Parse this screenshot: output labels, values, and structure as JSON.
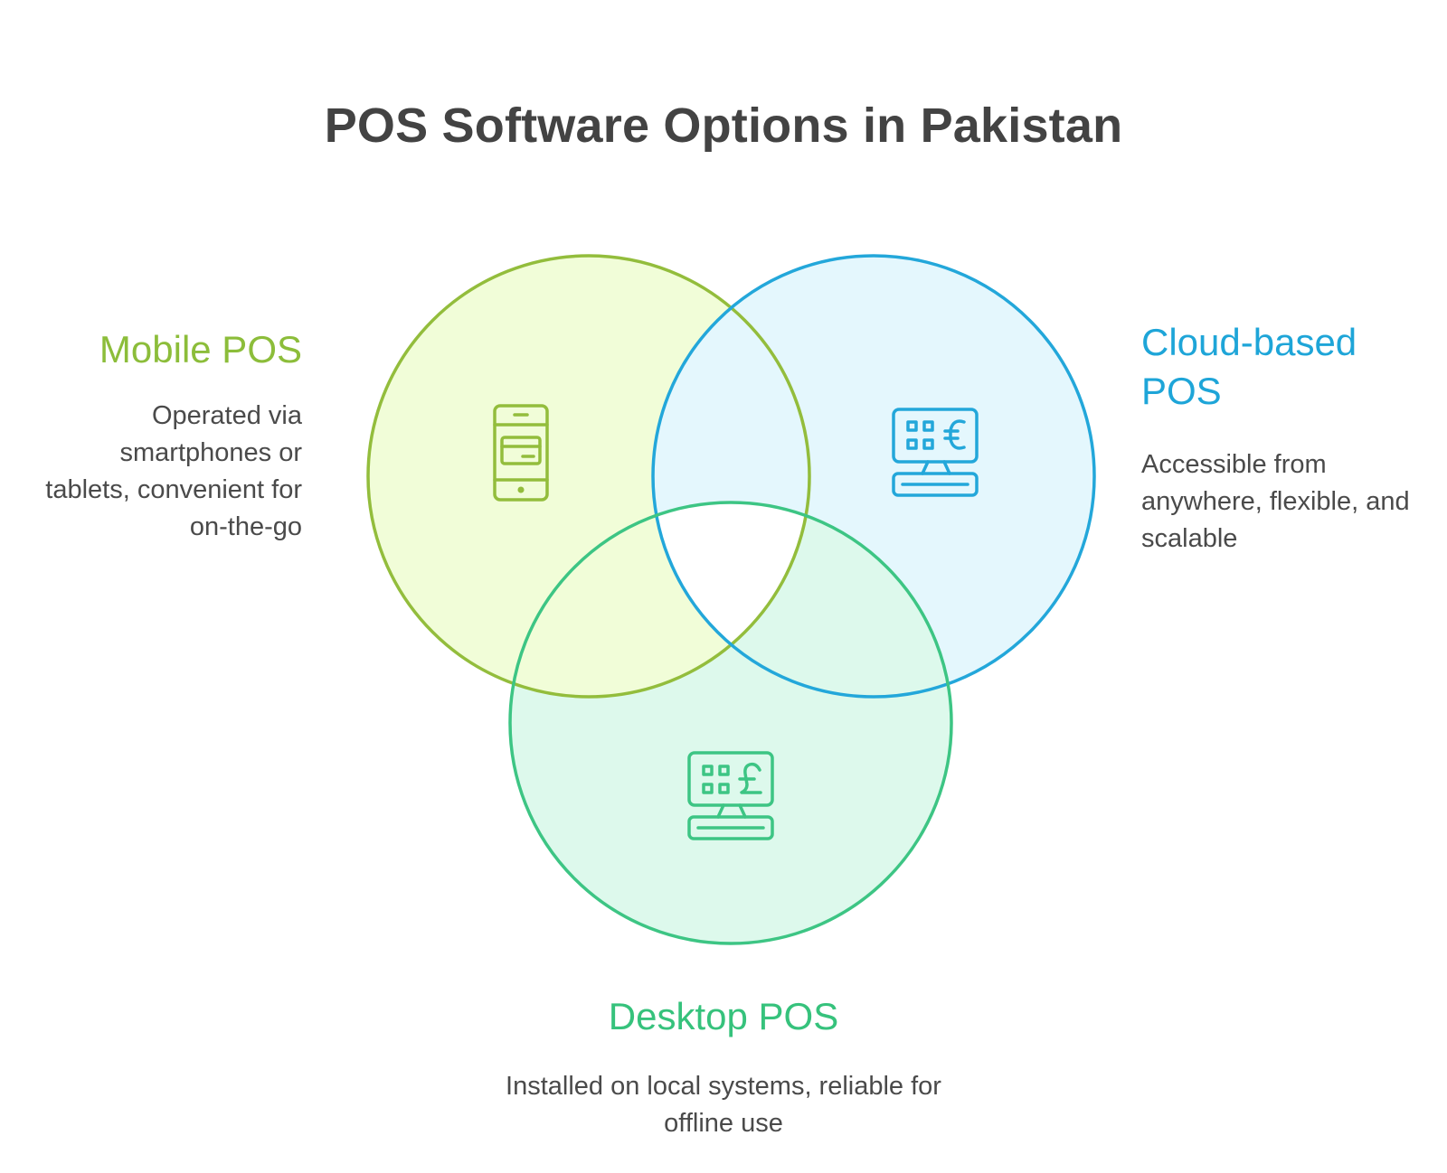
{
  "title": "POS Software Options in Pakistan",
  "sets": [
    {
      "id": "mobile",
      "label": "Mobile POS",
      "description": "Operated via smartphones or tablets, convenient for on-the-go",
      "icon": "smartphone-card-icon",
      "stroke": "#93bd3c",
      "fill": "#f1fdd8"
    },
    {
      "id": "cloud",
      "label": "Cloud-based POS",
      "description": "Accessible from anywhere, flexible, and scalable",
      "icon": "pos-terminal-euro-icon",
      "stroke": "#23a7da",
      "fill": "#e4f7fd"
    },
    {
      "id": "desktop",
      "label": "Desktop POS",
      "description": "Installed on local systems, reliable for offline use",
      "icon": "pos-terminal-pound-icon",
      "stroke": "#3dc584",
      "fill": "#ddf9ec"
    }
  ],
  "colors": {
    "title": "#434343",
    "description": "#4a4a4a",
    "center": "#ffffff"
  }
}
